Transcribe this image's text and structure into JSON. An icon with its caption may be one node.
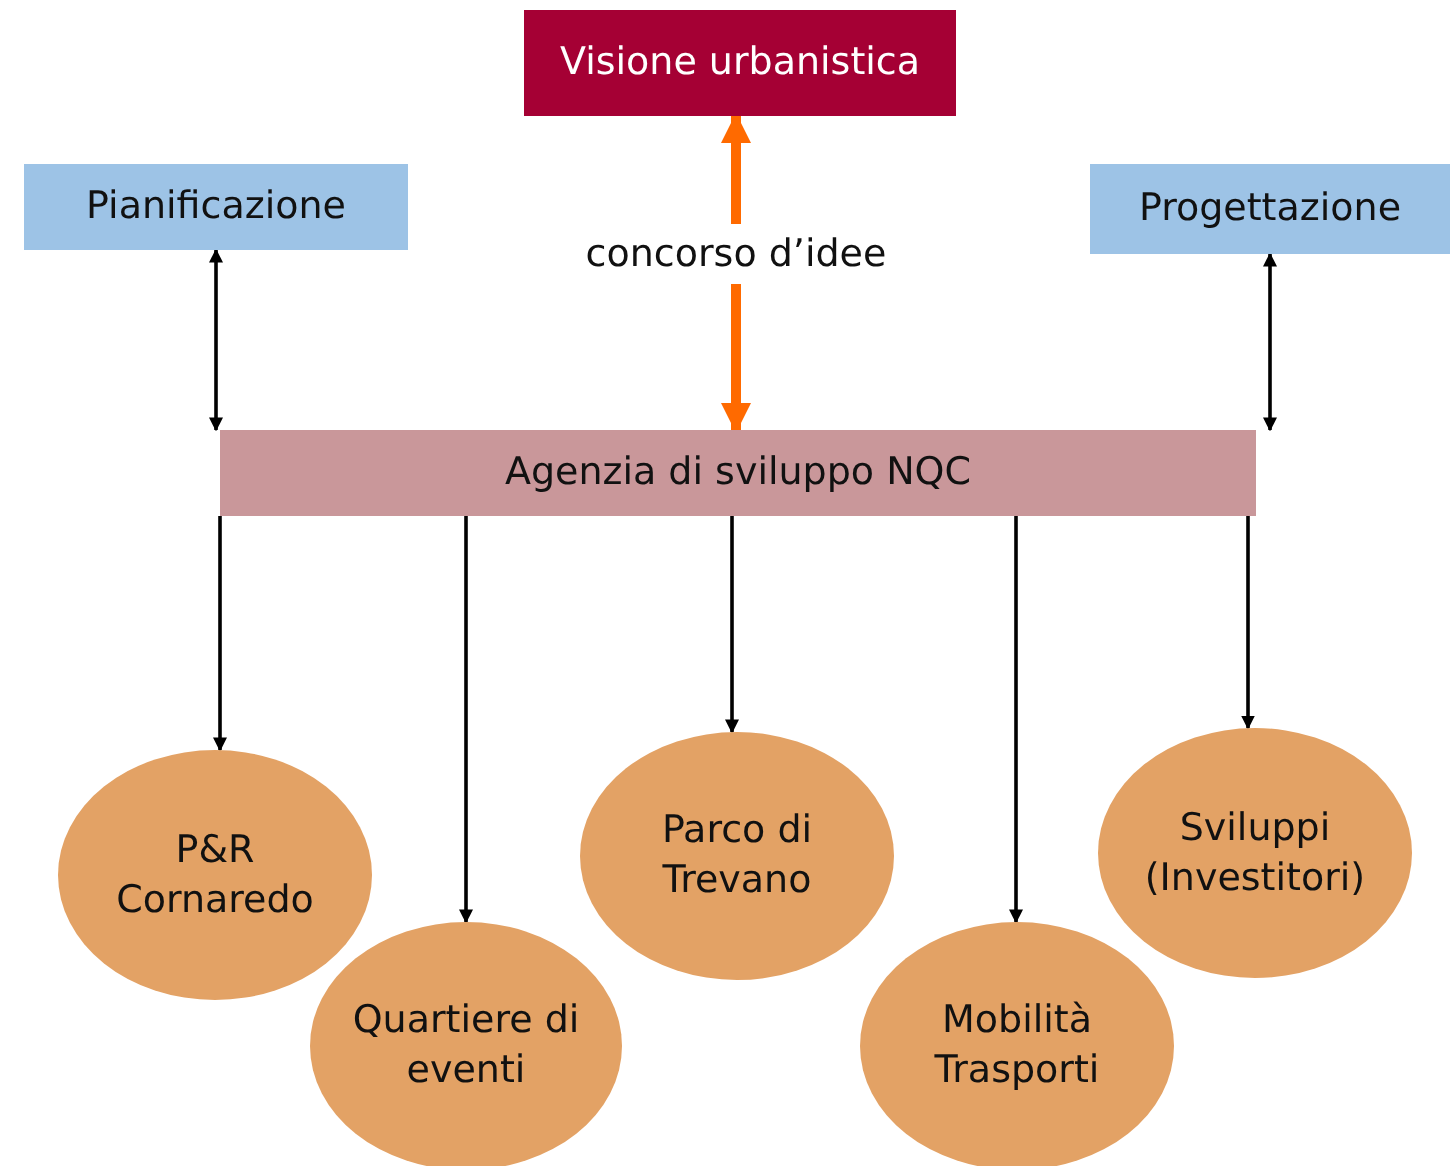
{
  "diagram": {
    "nodes": [
      {
        "text": [
          "Visione urbanistica"
        ]
      },
      {
        "text": [
          "Pianificazione"
        ]
      },
      {
        "text": [
          "concorso d’idee"
        ]
      },
      {
        "text": [
          "Progettazione"
        ]
      },
      {
        "text": [
          "Agenzia di sviluppo NQC"
        ]
      },
      {
        "text": [
          "P&R Cornaredo"
        ]
      },
      {
        "text": [
          "Quartiere di eventi"
        ]
      },
      {
        "text": [
          "Parco di Trevano"
        ]
      },
      {
        "text": [
          "Mobilità Trasporti"
        ]
      },
      {
        "text": [
          "Sviluppi (Investitori)"
        ]
      }
    ],
    "edges": [
      {
        "from": 2,
        "to": 0,
        "arrow": "to",
        "style": "thick",
        "color": "#ff6a00"
      },
      {
        "from": 2,
        "to": 4,
        "arrow": "to",
        "style": "thick",
        "color": "#ff6a00"
      },
      {
        "from": 1,
        "to": 4,
        "arrow": "both"
      },
      {
        "from": 3,
        "to": 4,
        "arrow": "both"
      },
      {
        "from": 4,
        "to": 5,
        "arrow": "to"
      },
      {
        "from": 4,
        "to": 6,
        "arrow": "to"
      },
      {
        "from": 4,
        "to": 7,
        "arrow": "to"
      },
      {
        "from": 4,
        "to": 8,
        "arrow": "to"
      },
      {
        "from": 4,
        "to": 9,
        "arrow": "to"
      }
    ]
  }
}
